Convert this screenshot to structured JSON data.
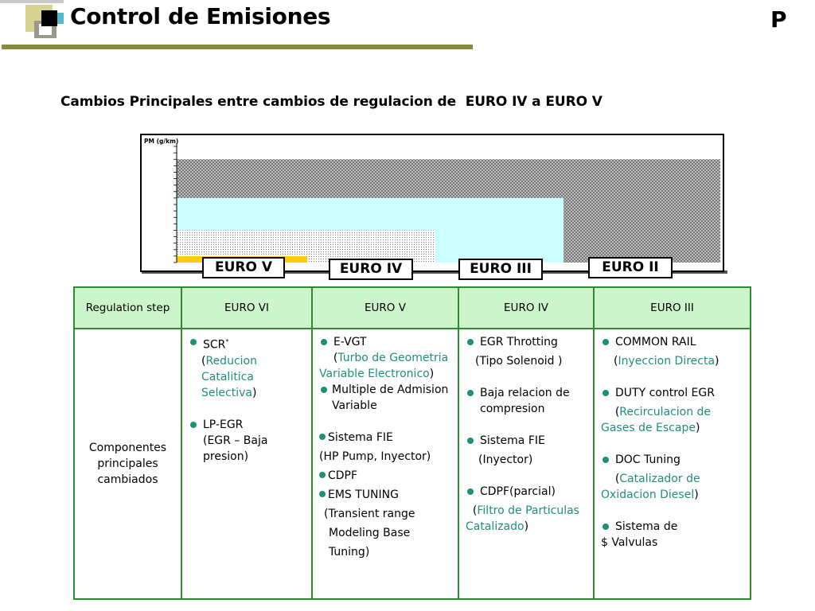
{
  "header": {
    "title": "Control de Emisiones",
    "page_letter": "P",
    "subtitle": "Cambios Principales entre cambios de regulacion de  EURO IV a EURO V"
  },
  "colors": {
    "accent_olive": "#8a8a3e",
    "table_border": "#2e8b2e",
    "table_header_bg": "#ccf5cc",
    "teal_text": "#1f8f7a",
    "euro_v_bar": "#ffcc00",
    "euro_iii_bar": "#ccffff"
  },
  "chart_data": {
    "type": "bar",
    "ylabel": "PM (g/km)",
    "categories": [
      "EURO V",
      "EURO IV",
      "EURO III",
      "EURO II"
    ],
    "values": [
      0.005,
      0.025,
      0.05,
      0.08
    ],
    "note_fills": [
      "solid-yellow",
      "dotted-white",
      "solid-light-cyan",
      "crosshatch-grey"
    ],
    "ylim": [
      0,
      0.09
    ]
  },
  "euro_labels": [
    "EURO V",
    "EURO IV",
    "EURO III",
    "EURO II"
  ],
  "table": {
    "headers": [
      "Regulation step",
      "EURO VI",
      "EURO V",
      "EURO IV",
      "EURO III"
    ],
    "row_label": "Componentes principales cambiados",
    "euro_vi": {
      "scr": "SCR",
      "scr_sup": "*",
      "scr_open": "(",
      "scr_detail": "Reducion Catalitica Selectiva",
      "scr_close": ")",
      "lpegr": "LP-EGR",
      "lpegr_detail": "(EGR – Baja presion)"
    },
    "euro_v": {
      "evgt": "E-VGT",
      "evgt_open": "(",
      "evgt_detail": "Turbo de Geometria Variable Electronico",
      "evgt_close": ")",
      "multiple": "Multiple de Admision Variable",
      "fie": "Sistema FIE",
      "fie_detail": "(HP Pump, Inyector)",
      "cdpf": "CDPF",
      "ems": "EMS TUNING",
      "ems_l1": "(Transient range",
      "ems_l2": "Modeling Base",
      "ems_l3": "Tuning)"
    },
    "euro_iv": {
      "egr": "EGR Throtting",
      "egr_detail": "(Tipo Solenoid )",
      "baja": "Baja relacion de compresion",
      "fie": "Sistema FIE",
      "fie_detail": "(Inyector)",
      "cdpf": "CDPF(parcial)",
      "cdpf_open": "(",
      "cdpf_detail": "Filtro de Particulas Catalizado",
      "cdpf_close": ")"
    },
    "euro_iii": {
      "common": "COMMON RAIL",
      "common_open": "(",
      "common_detail": "Inyeccion Directa",
      "common_close": ")",
      "duty": "DUTY control EGR",
      "duty_open": "(",
      "duty_detail": "Recirculacion de Gases de Escape",
      "duty_close": ")",
      "doc": "DOC Tuning",
      "doc_open": "(",
      "doc_detail": "Catalizador de Oxidacion Diesel",
      "doc_close": ")",
      "valv": "Sistema de",
      "valv2": "$ Valvulas"
    }
  }
}
